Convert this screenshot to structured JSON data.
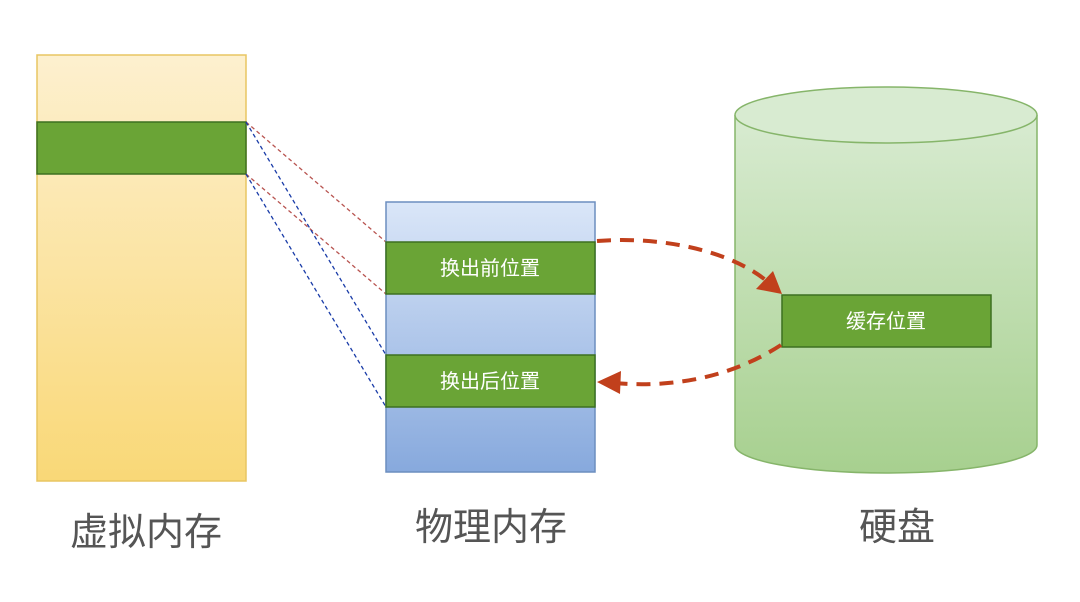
{
  "virtual_memory": {
    "caption": "虚拟内存"
  },
  "physical_memory": {
    "caption": "物理内存",
    "swap_out_before_label": "换出前位置",
    "swap_out_after_label": "换出后位置"
  },
  "disk": {
    "caption": "硬盘",
    "cache_label": "缓存位置"
  },
  "colors": {
    "virtual_fill_top": "#fdf0cf",
    "virtual_fill_bottom": "#f9d877",
    "virtual_border": "#e8c562",
    "physical_fill_top": "#dae6f8",
    "physical_fill_bottom": "#87a9dd",
    "physical_border": "#6c8ebf",
    "block_fill": "#6aa436",
    "block_border": "#3d7020",
    "disk_fill_top": "#d8ebd1",
    "disk_fill_bottom": "#a7d08f",
    "disk_border": "#86b56a",
    "swap_arrow": "#c1401c",
    "mapping_red": "#b85450",
    "mapping_blue": "#1a3ca8",
    "caption_text": "#555555"
  }
}
